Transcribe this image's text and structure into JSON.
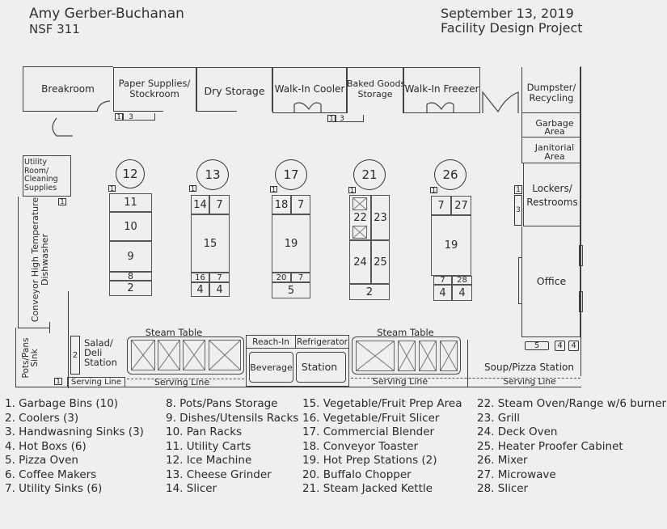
{
  "header": {
    "author": "Amy Gerber-Buchanan",
    "course": "NSF 311",
    "date": "September 13, 2019",
    "project": "Facility Design Project"
  },
  "rooms": {
    "breakroom": "Breakroom",
    "paper_supplies": "Paper Supplies/",
    "stockroom": "Stockroom",
    "dry_storage": "Dry Storage",
    "walk_in_cooler": "Walk-In Cooler",
    "baked_goods_1": "Baked Goods",
    "baked_goods_2": "Storage",
    "walk_in_freezer": "Walk-In Freezer",
    "dumpster_1": "Dumpster/",
    "dumpster_2": "Recycling",
    "garbage_1": "Garbage",
    "garbage_2": "Area",
    "janitorial_1": "Janitorial",
    "janitorial_2": "Area",
    "lockers_1": "Lockers/",
    "lockers_2": "Restrooms",
    "office": "Office",
    "utility_1": "Utility",
    "utility_2": "Room/",
    "utility_3": "Cleaning",
    "utility_4": "Supplies",
    "dishwasher_1": "Conveyor High Temperature",
    "dishwasher_2": "Dishwasher",
    "pots_sink_1": "Pots/Pans",
    "pots_sink_2": "Sink"
  },
  "serving": {
    "salad_1": "Salad/",
    "salad_2": "Deli",
    "salad_3": "Station",
    "steam_table": "Steam Table",
    "reach_in": "Reach-In",
    "refrigerator": "Refrigerator",
    "beverage": "Beverage",
    "station": "Station",
    "soup_pizza": "Soup/Pizza Station",
    "serving_line": "Serving Line"
  },
  "equipment_tags": {
    "one": "1",
    "two": "2",
    "three": "3",
    "four": "4",
    "five": "5"
  },
  "stations": [
    {
      "circle": "12",
      "cells": [
        "11",
        "10",
        "9",
        "8",
        "2"
      ]
    },
    {
      "circle": "13",
      "cells": [
        "14",
        "7",
        "15",
        "16",
        "7",
        "4",
        "4"
      ]
    },
    {
      "circle": "17",
      "cells": [
        "18",
        "7",
        "19",
        "20",
        "7",
        "5"
      ]
    },
    {
      "circle": "21",
      "cells": [
        "22",
        "23",
        "24",
        "25",
        "2"
      ]
    },
    {
      "circle": "26",
      "cells": [
        "7",
        "27",
        "19",
        "7",
        "28",
        "4",
        "4"
      ]
    }
  ],
  "legend": {
    "col1": [
      "1. Garbage Bins (10)",
      "2. Coolers (3)",
      "3. Handwasning Sinks (3)",
      "4. Hot Boxs (6)",
      "5. Pizza Oven",
      "6. Coffee Makers",
      "7. Utility Sinks (6)"
    ],
    "col2": [
      "8. Pots/Pans Storage",
      "9. Dishes/Utensils Racks",
      "10. Pan Racks",
      "11. Utility Carts",
      "12. Ice Machine",
      "13. Cheese Grinder",
      "14. Slicer"
    ],
    "col3": [
      "15. Vegetable/Fruit Prep Area",
      "16. Vegetable/Fruit Slicer",
      "17. Commercial Blender",
      "18. Conveyor Toaster",
      "19. Hot Prep Stations (2)",
      "20. Buffalo Chopper",
      "21. Steam Jacked Kettle"
    ],
    "col4": [
      "22. Steam Oven/Range w/6 burner",
      "23. Grill",
      "24. Deck Oven",
      "25. Heater Proofer Cabinet",
      "26. Mixer",
      "27. Microwave",
      "28. Slicer"
    ]
  }
}
